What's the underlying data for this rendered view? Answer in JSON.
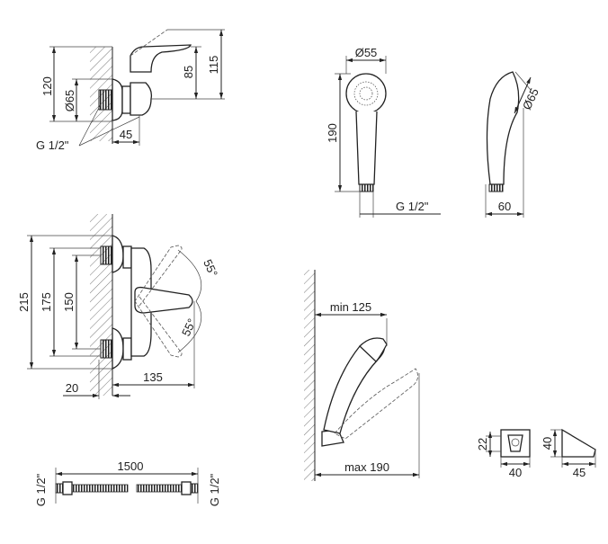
{
  "drawing": {
    "mixer_side": {
      "height_total": "120",
      "flange_diameter": "Ø65",
      "lever_height": "85",
      "overall_height": "115",
      "depth": "45",
      "thread": "G 1/2\""
    },
    "hand_shower_front": {
      "head_diameter": "Ø55",
      "length": "190",
      "thread": "G 1/2\""
    },
    "hand_shower_side": {
      "head_diameter": "Ø65",
      "depth": "60"
    },
    "mixer_front": {
      "overall_height": "215",
      "inner_height": "175",
      "center_distance": "150",
      "angle_up": "55°",
      "angle_down": "55°",
      "wall_offset": "20",
      "projection": "135"
    },
    "shower_holder_wall": {
      "min_distance": "min 125",
      "max_distance": "max 190"
    },
    "holder": {
      "height_small": "22",
      "width": "40",
      "height": "40",
      "depth": "45"
    },
    "hose": {
      "length": "1500",
      "thread_left": "G 1/2\"",
      "thread_right": "G 1/2\""
    }
  }
}
